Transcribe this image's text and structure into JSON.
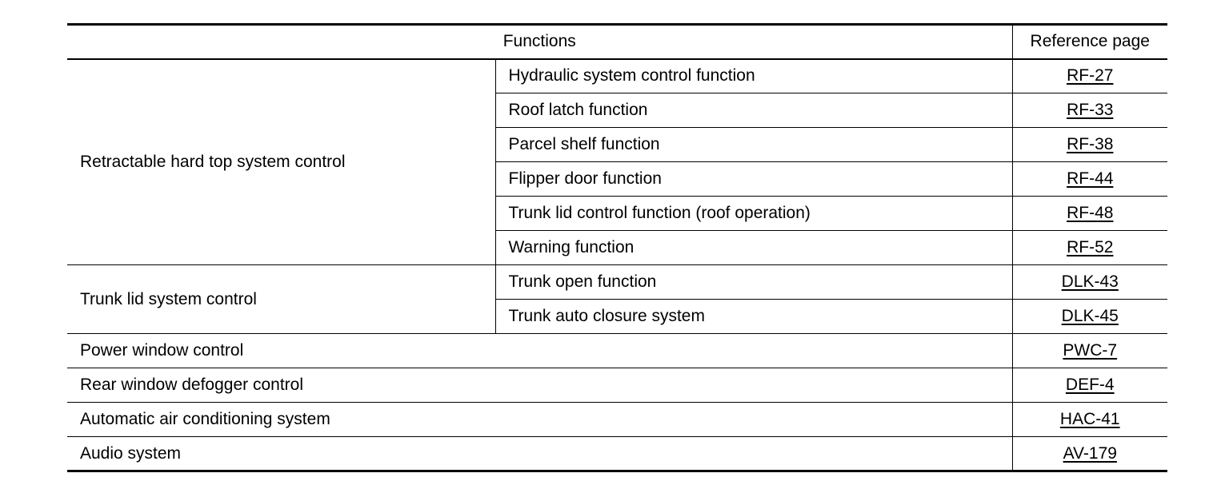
{
  "header": {
    "functions": "Functions",
    "reference_page": "Reference page"
  },
  "groups": [
    {
      "name": "Retractable hard top system control",
      "items": [
        {
          "function": "Hydraulic system control function",
          "ref": "RF-27"
        },
        {
          "function": "Roof latch function",
          "ref": "RF-33"
        },
        {
          "function": "Parcel shelf function",
          "ref": "RF-38"
        },
        {
          "function": "Flipper door function",
          "ref": "RF-44"
        },
        {
          "function": "Trunk lid control function (roof operation)",
          "ref": "RF-48"
        },
        {
          "function": "Warning function",
          "ref": "RF-52"
        }
      ]
    },
    {
      "name": "Trunk lid system control",
      "items": [
        {
          "function": "Trunk open function",
          "ref": "DLK-43"
        },
        {
          "function": "Trunk auto closure system",
          "ref": "DLK-45"
        }
      ]
    }
  ],
  "singles": [
    {
      "function": "Power window control",
      "ref": "PWC-7"
    },
    {
      "function": "Rear window defogger control",
      "ref": "DEF-4"
    },
    {
      "function": "Automatic air conditioning system",
      "ref": "HAC-41"
    },
    {
      "function": "Audio system",
      "ref": "AV-179"
    }
  ]
}
